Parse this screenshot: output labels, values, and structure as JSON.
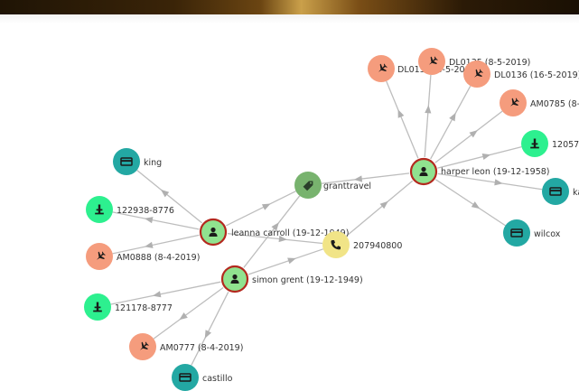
{
  "colors": {
    "person": "#90e28f",
    "person_ring": "#b3281e",
    "flight": "#f59c7d",
    "bank": "#23a8a3",
    "phone": "#f1e487",
    "company": "#78b36e",
    "passport": "#2df08f",
    "edge": "#bdbdbd"
  },
  "nodes": [
    {
      "id": "harper",
      "type": "person",
      "icon": "person-icon",
      "label": "harper leon (19-12-1958)"
    },
    {
      "id": "leanna",
      "type": "person",
      "icon": "person-icon",
      "label": "leanna carroll (19-12-1949)"
    },
    {
      "id": "simon",
      "type": "person",
      "icon": "person-icon",
      "label": "simon grent (19-12-1949)"
    },
    {
      "id": "grant",
      "type": "company",
      "icon": "tag-icon",
      "label": "granttravel"
    },
    {
      "id": "phone",
      "type": "phone",
      "icon": "phone-icon",
      "label": "207940800"
    },
    {
      "id": "dl0137",
      "type": "flight",
      "icon": "airplane-icon",
      "label": "DL0137 (8-5-2019)"
    },
    {
      "id": "dl0135",
      "type": "flight",
      "icon": "airplane-icon",
      "label": "DL0135 (8-5-2019)"
    },
    {
      "id": "dl0136",
      "type": "flight",
      "icon": "airplane-icon",
      "label": "DL0136 (16-5-2019)"
    },
    {
      "id": "am0785",
      "type": "flight",
      "icon": "airplane-icon",
      "label": "AM0785 (8-"
    },
    {
      "id": "pp1205",
      "type": "passport",
      "icon": "passport-icon",
      "label": "12057"
    },
    {
      "id": "ka",
      "type": "bank",
      "icon": "card-icon",
      "label": "ka"
    },
    {
      "id": "wilcox",
      "type": "bank",
      "icon": "card-icon",
      "label": "wilcox"
    },
    {
      "id": "king",
      "type": "bank",
      "icon": "card-icon",
      "label": "king"
    },
    {
      "id": "pp1229",
      "type": "passport",
      "icon": "passport-icon",
      "label": "122938-8776"
    },
    {
      "id": "am0888",
      "type": "flight",
      "icon": "airplane-icon",
      "label": "AM0888 (8-4-2019)"
    },
    {
      "id": "pp1211",
      "type": "passport",
      "icon": "passport-icon",
      "label": "121178-8777"
    },
    {
      "id": "am0777",
      "type": "flight",
      "icon": "airplane-icon",
      "label": "AM0777 (8-4-2019)"
    },
    {
      "id": "castillo",
      "type": "bank",
      "icon": "card-icon",
      "label": "castillo"
    }
  ],
  "edges": [
    {
      "from": "harper",
      "to": "dl0137"
    },
    {
      "from": "harper",
      "to": "dl0135"
    },
    {
      "from": "harper",
      "to": "dl0136"
    },
    {
      "from": "harper",
      "to": "am0785"
    },
    {
      "from": "harper",
      "to": "pp1205"
    },
    {
      "from": "harper",
      "to": "ka"
    },
    {
      "from": "harper",
      "to": "wilcox"
    },
    {
      "from": "harper",
      "to": "grant"
    },
    {
      "from": "phone",
      "to": "harper"
    },
    {
      "from": "leanna",
      "to": "grant"
    },
    {
      "from": "leanna",
      "to": "king"
    },
    {
      "from": "leanna",
      "to": "pp1229"
    },
    {
      "from": "leanna",
      "to": "am0888"
    },
    {
      "from": "leanna",
      "to": "phone"
    },
    {
      "from": "simon",
      "to": "grant"
    },
    {
      "from": "simon",
      "to": "phone"
    },
    {
      "from": "simon",
      "to": "pp1211"
    },
    {
      "from": "simon",
      "to": "am0777"
    },
    {
      "from": "simon",
      "to": "castillo"
    }
  ]
}
